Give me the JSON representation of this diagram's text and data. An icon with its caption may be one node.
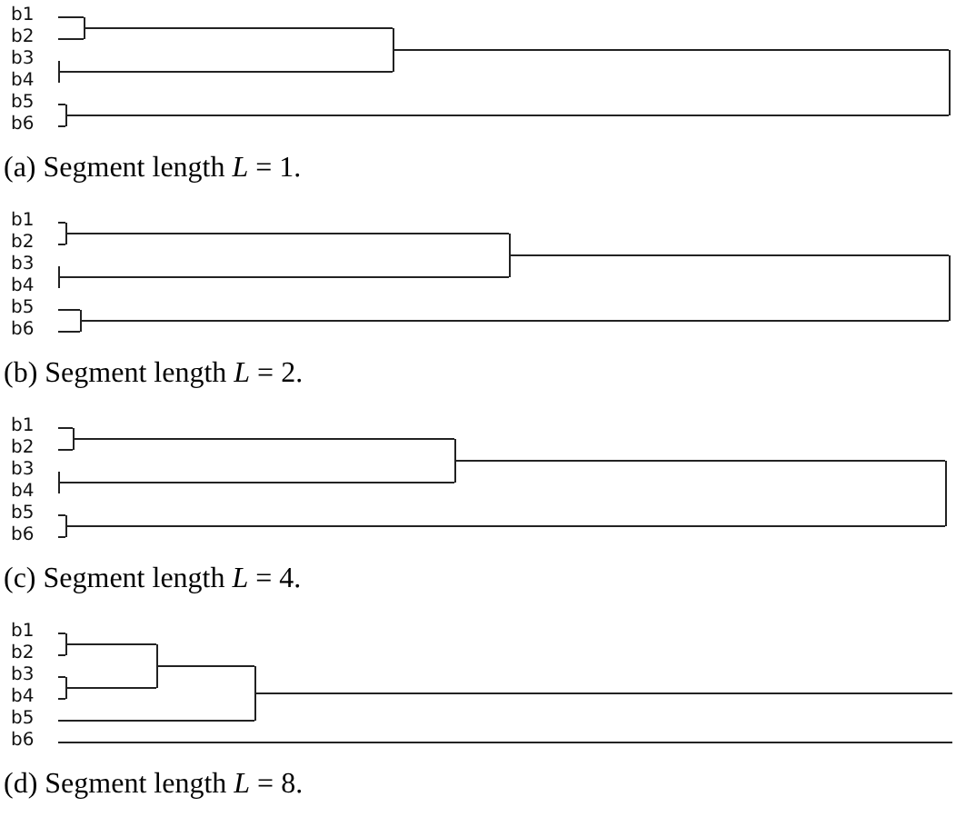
{
  "diagram": {
    "labels": [
      "b1",
      "b2",
      "b3",
      "b4",
      "b5",
      "b6",
      "(a) Segment length *L* = 1.",
      "b1",
      "b2",
      "b3",
      "b4",
      "b5",
      "b6",
      "(b) Segment length *L* = 2.",
      "b1",
      "b2",
      "b3",
      "b4",
      "b5",
      "b6",
      "(c) Segment length *L* = 4.",
      "b1",
      "b2",
      "b3",
      "b4",
      "b5",
      "b6",
      "(d) Segment length *L* = 8."
    ]
  }
}
